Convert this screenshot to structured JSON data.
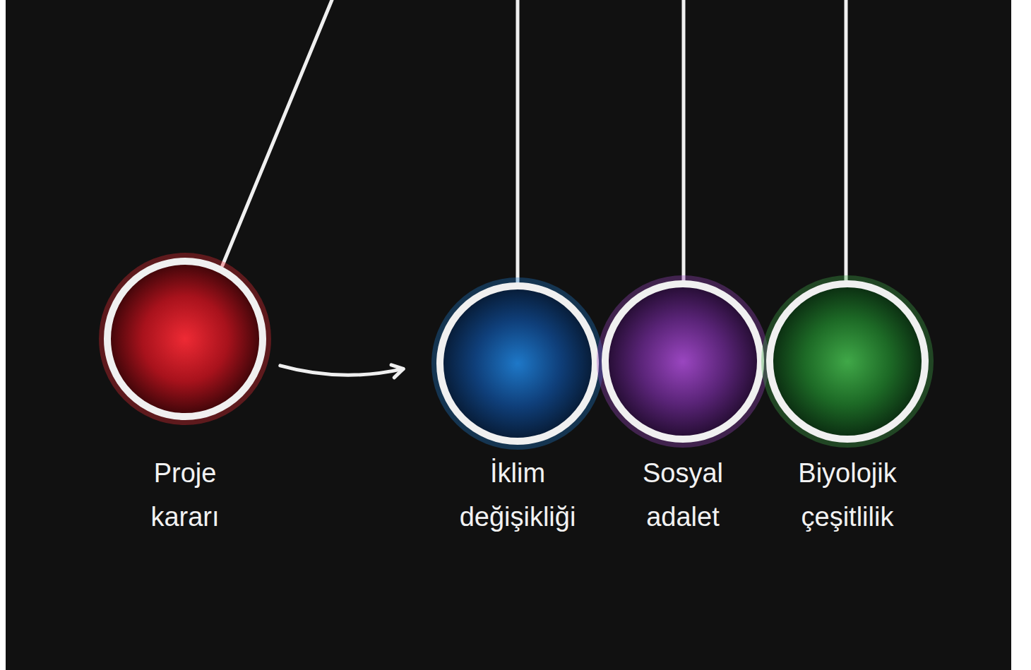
{
  "diagram": {
    "nodes": [
      {
        "text": [
          "Proje kararı"
        ]
      },
      {
        "text": [
          "İklim değişikliği"
        ]
      },
      {
        "text": [
          "Sosyal adalet"
        ]
      },
      {
        "text": [
          "Biyolojik çeşitlilik"
        ]
      }
    ],
    "edges": [
      {
        "from": 0,
        "to": 1,
        "arrow": "to"
      }
    ]
  }
}
